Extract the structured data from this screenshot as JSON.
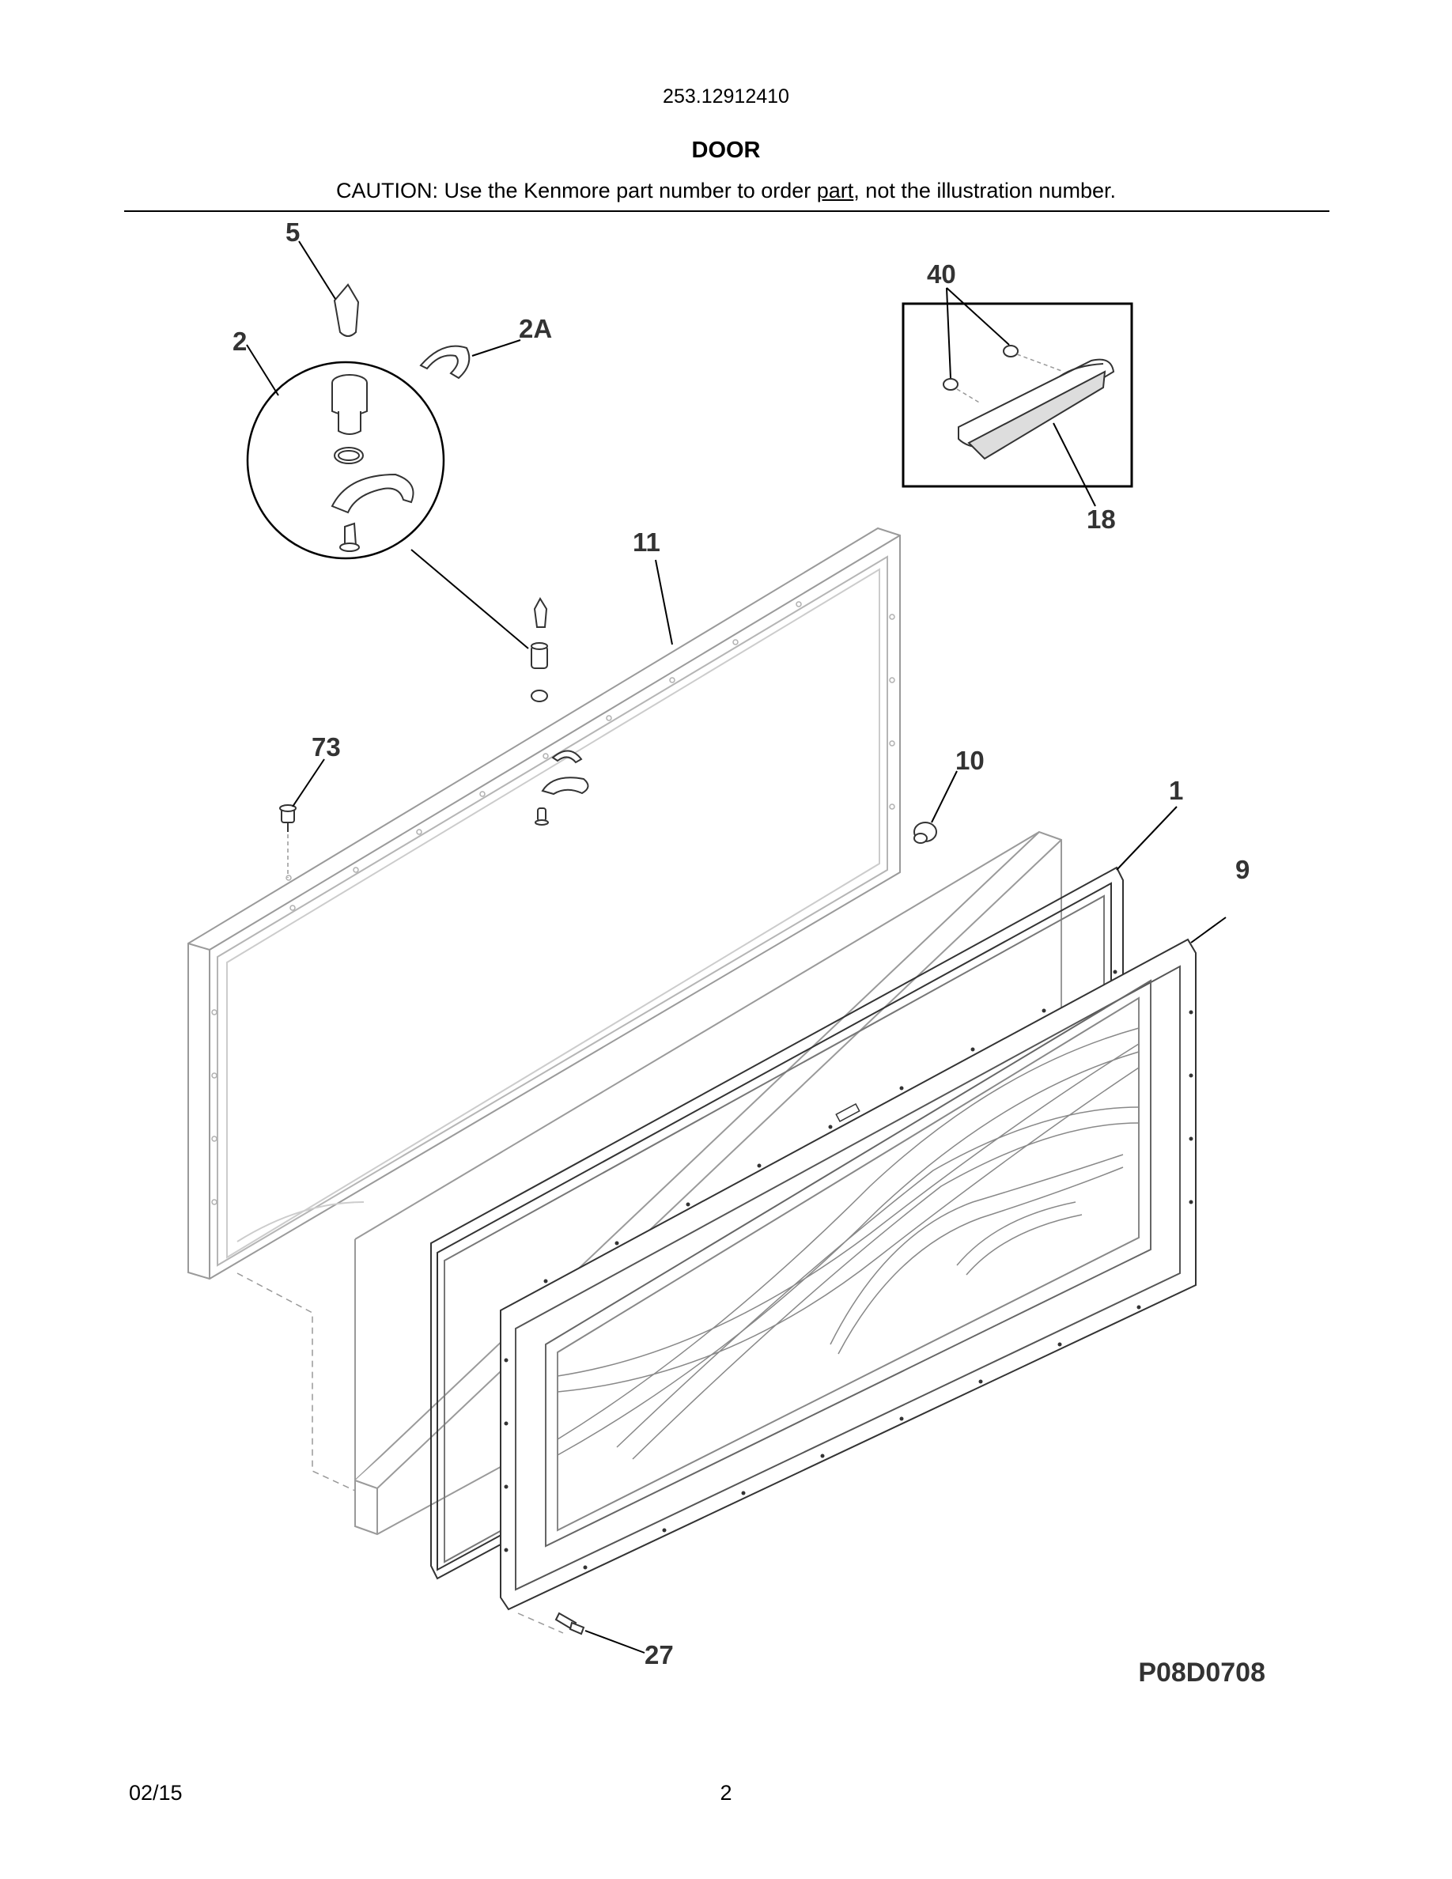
{
  "header": {
    "model_number": "253.12912410",
    "title": "DOOR",
    "caution_prefix": "CAUTION: Use the Kenmore part number to order ",
    "caution_underlined": "part",
    "caution_suffix": ", not the illustration number."
  },
  "callouts": {
    "c5": "5",
    "c2": "2",
    "c2a": "2A",
    "c40": "40",
    "c18": "18",
    "c11": "11",
    "c73": "73",
    "c10": "10",
    "c1": "1",
    "c9": "9",
    "c27": "27"
  },
  "drawing_id": "P08D0708",
  "footer": {
    "date": "02/15",
    "page": "2"
  }
}
